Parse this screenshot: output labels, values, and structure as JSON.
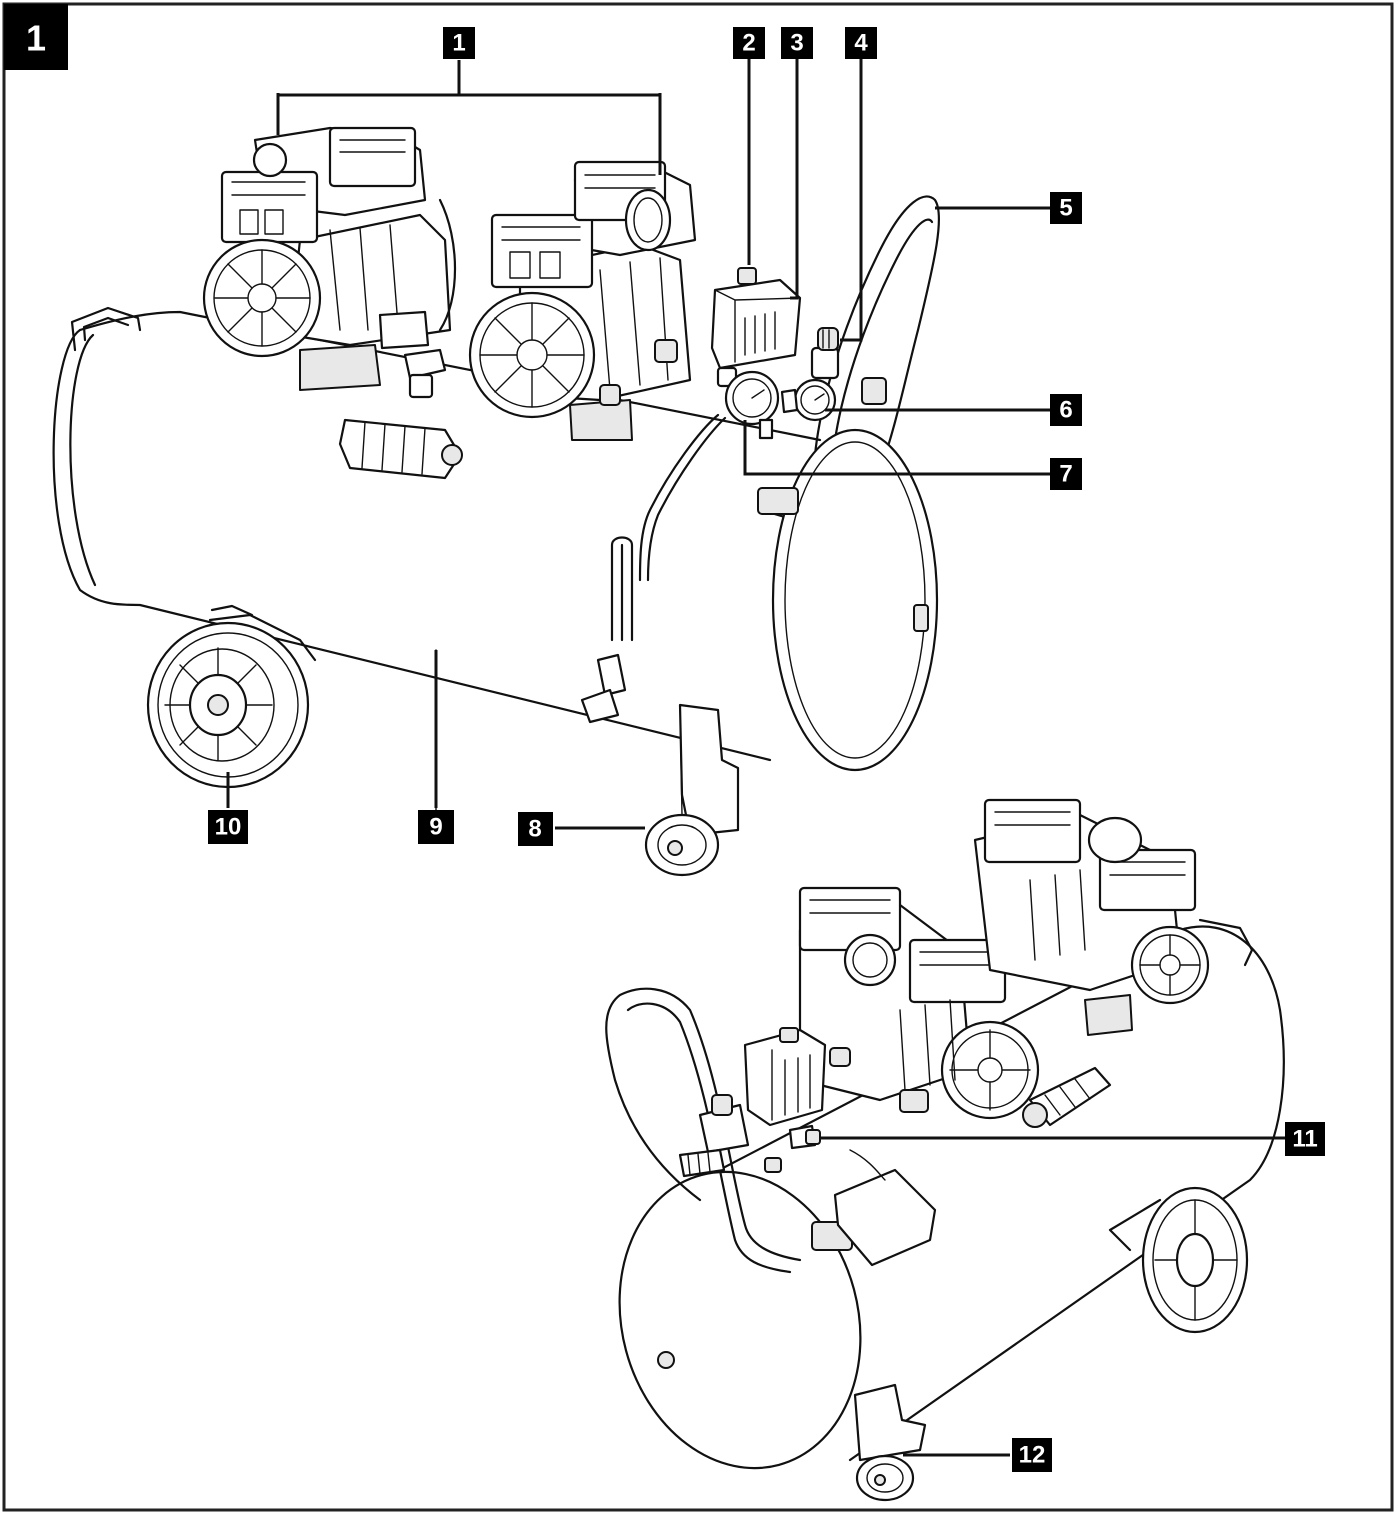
{
  "figure": {
    "number": "1"
  },
  "callouts": [
    {
      "id": "c1",
      "label": "1"
    },
    {
      "id": "c2",
      "label": "2"
    },
    {
      "id": "c3",
      "label": "3"
    },
    {
      "id": "c4",
      "label": "4"
    },
    {
      "id": "c5",
      "label": "5"
    },
    {
      "id": "c6",
      "label": "6"
    },
    {
      "id": "c7",
      "label": "7"
    },
    {
      "id": "c8",
      "label": "8"
    },
    {
      "id": "c9",
      "label": "9"
    },
    {
      "id": "c10",
      "label": "10"
    },
    {
      "id": "c11",
      "label": "11"
    },
    {
      "id": "c12",
      "label": "12"
    }
  ],
  "colors": {
    "ink": "#111111",
    "badge": "#000000",
    "badge_text": "#ffffff",
    "paper": "#ffffff"
  }
}
